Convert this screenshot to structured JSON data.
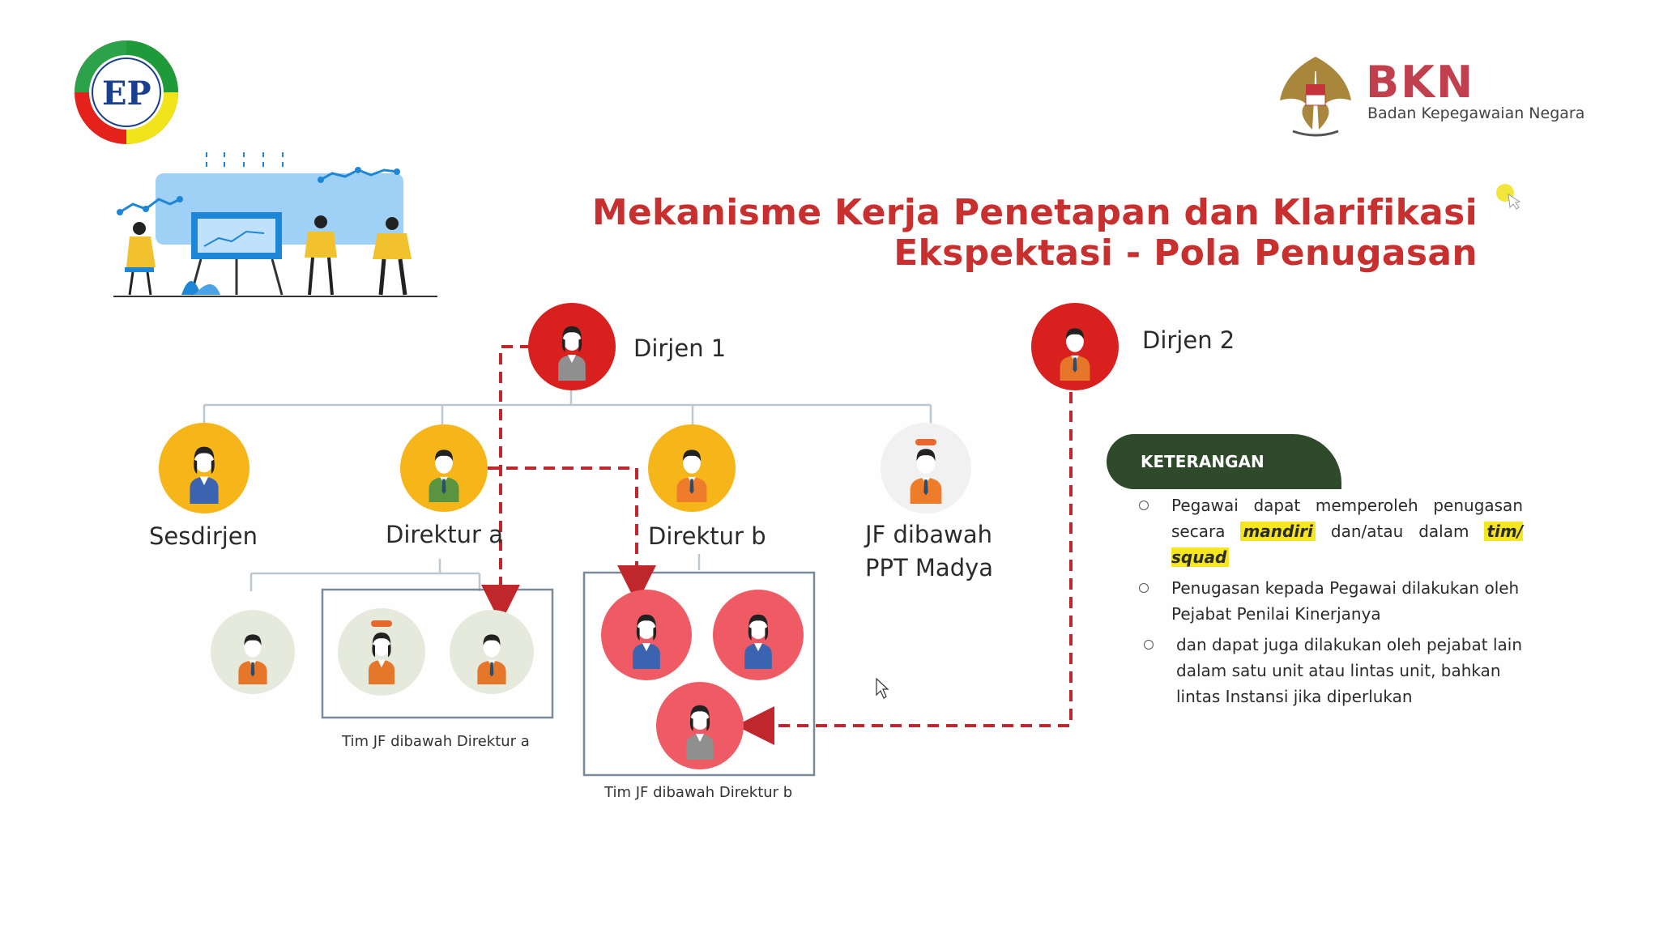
{
  "header": {
    "title_line1": "Mekanisme Kerja Penetapan dan Klarifikasi",
    "title_line2": "Ekspektasi - Pola Penugasan",
    "brand_name": "BKN",
    "brand_subtitle": "Badan Kepegawaian Negara",
    "logo_text": "EP"
  },
  "nodes": {
    "dirjen1": "Dirjen 1",
    "dirjen2": "Dirjen 2",
    "sesdirjen": "Sesdirjen",
    "direktur_a": "Direktur a",
    "direktur_b": "Direktur b",
    "jf_line1": "JF dibawah",
    "jf_line2": "PPT Madya"
  },
  "teams": {
    "team_a_caption": "Tim JF dibawah Direktur a",
    "team_b_caption": "Tim JF dibawah Direktur b"
  },
  "legend": {
    "title": "KETERANGAN",
    "item1_pre": "Pegawai dapat memperoleh penugasan secara",
    "item1_hl1": "mandiri",
    "item1_mid": "dan/atau dalam",
    "item1_hl2": "tim/ squad",
    "item2": "Penugasan kepada Pegawai dilakukan oleh Pejabat Penilai Kinerjanya",
    "item3": "dan dapat juga dilakukan oleh pejabat lain dalam satu unit atau lintas unit, bahkan lintas Instansi jika diperlukan"
  },
  "colors": {
    "title": "#c7302f",
    "dashed_arrow": "#c0272d",
    "legend_header": "#2f4a2a",
    "highlight": "#f5e620"
  }
}
